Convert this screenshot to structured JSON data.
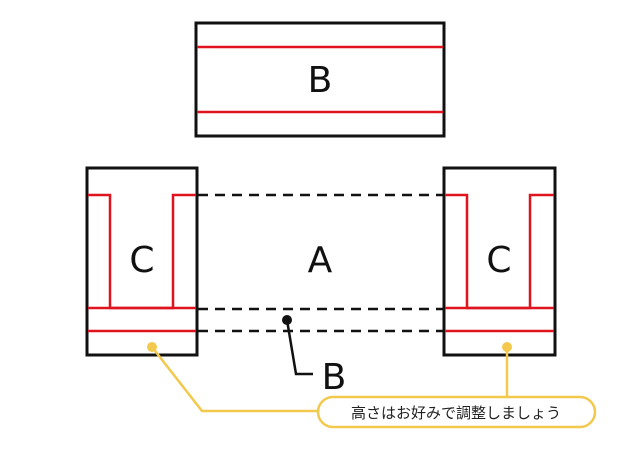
{
  "diagram": {
    "labels": {
      "top_box": "B",
      "center": "A",
      "left_box": "C",
      "right_box": "C",
      "pointer_label": "B"
    },
    "callout": {
      "text": "高さはお好みで調整しましょう"
    },
    "colors": {
      "outline": "#111111",
      "red_line": "#e0141e",
      "callout": "#f2c94c",
      "background": "#ffffff"
    }
  }
}
